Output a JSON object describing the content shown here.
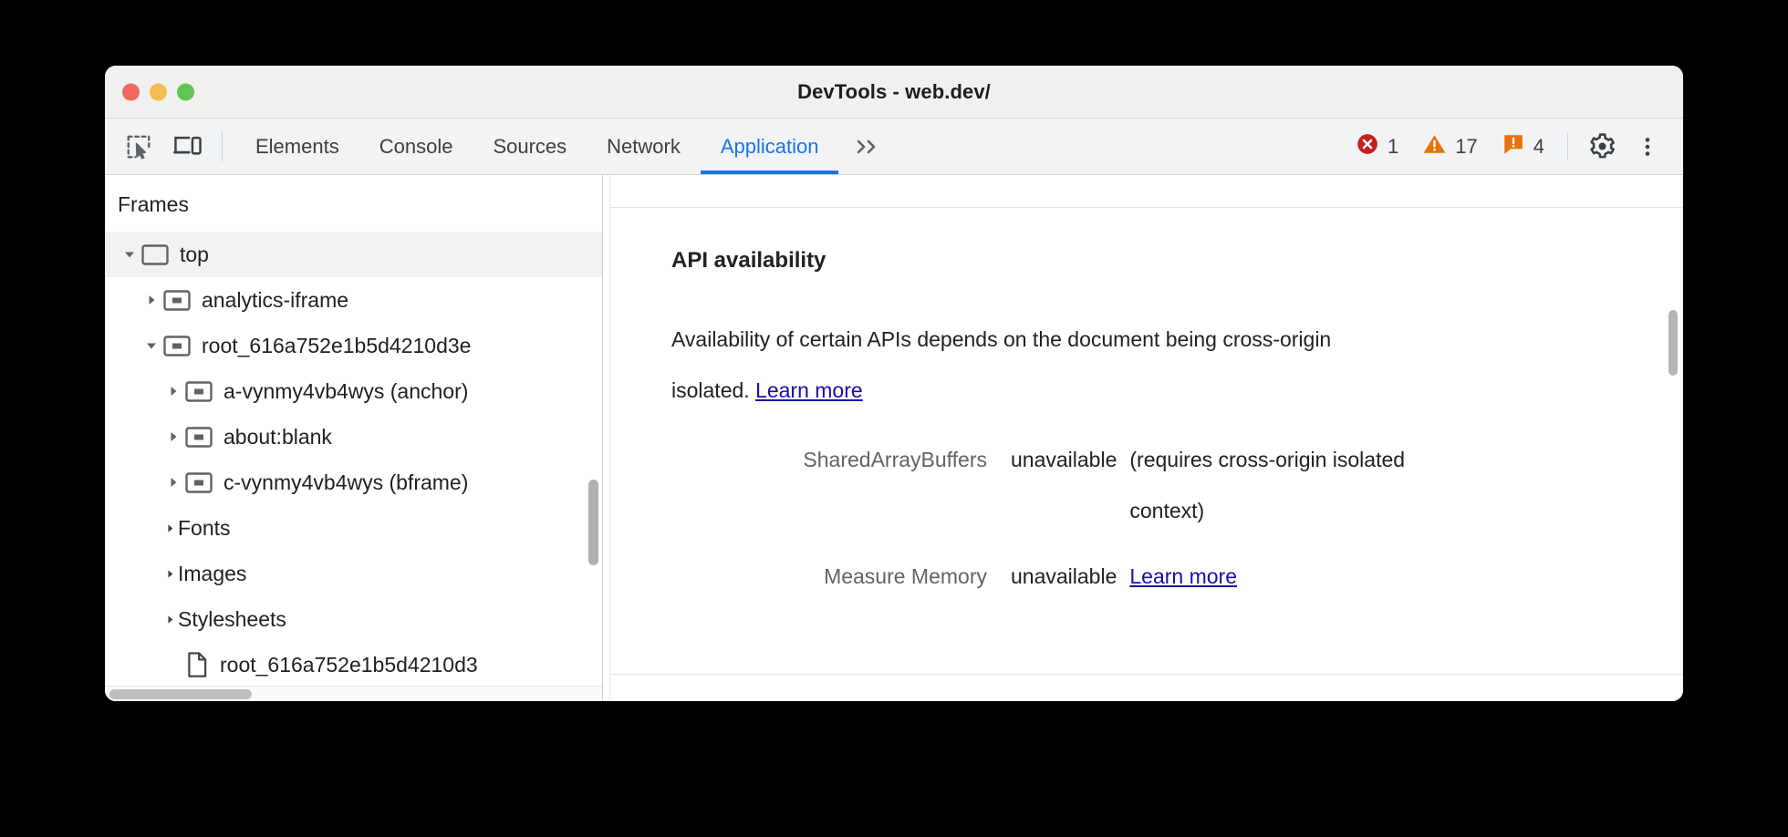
{
  "window": {
    "title": "DevTools - web.dev/",
    "controls": [
      "close",
      "minimize",
      "maximize"
    ]
  },
  "toolbar": {
    "inspect_icon": "inspect-element-icon",
    "device_icon": "device-toolbar-icon",
    "tabs": [
      {
        "label": "Elements",
        "active": false
      },
      {
        "label": "Console",
        "active": false
      },
      {
        "label": "Sources",
        "active": false
      },
      {
        "label": "Network",
        "active": false
      },
      {
        "label": "Application",
        "active": true
      }
    ],
    "more_tabs_label": "»",
    "counters": [
      {
        "kind": "error",
        "icon": "error-icon",
        "count": "1",
        "color": "#c5221f"
      },
      {
        "kind": "warning",
        "icon": "warning-icon",
        "count": "17",
        "color": "#e8710a"
      },
      {
        "kind": "issue",
        "icon": "issue-icon",
        "count": "4",
        "color": "#e8710a"
      }
    ],
    "settings_icon": "gear-icon",
    "menu_icon": "kebab-menu-icon"
  },
  "sidebar": {
    "header": "Frames",
    "tree": [
      {
        "label": "top",
        "depth": 0,
        "twisty": "down",
        "icon": "frame-icon",
        "selected": true
      },
      {
        "label": "analytics-iframe",
        "depth": 1,
        "twisty": "right",
        "icon": "iframe-icon",
        "selected": false
      },
      {
        "label": "root_616a752e1b5d4210d3e",
        "depth": 1,
        "twisty": "down",
        "icon": "iframe-icon",
        "selected": false
      },
      {
        "label": "a-vynmy4vb4wys (anchor)",
        "depth": 2,
        "twisty": "right",
        "icon": "iframe-icon",
        "selected": false
      },
      {
        "label": "about:blank",
        "depth": 2,
        "twisty": "right",
        "icon": "iframe-icon",
        "selected": false
      },
      {
        "label": "c-vynmy4vb4wys (bframe)",
        "depth": 2,
        "twisty": "right",
        "icon": "iframe-icon",
        "selected": false
      },
      {
        "label": "Fonts",
        "depth": 1,
        "twisty": "right-small",
        "icon": "none",
        "selected": false
      },
      {
        "label": "Images",
        "depth": 1,
        "twisty": "right-small",
        "icon": "none",
        "selected": false
      },
      {
        "label": "Stylesheets",
        "depth": 1,
        "twisty": "right-small",
        "icon": "none",
        "selected": false
      },
      {
        "label": "root_616a752e1b5d4210d3",
        "depth": 2,
        "twisty": "none",
        "icon": "document-icon",
        "selected": false
      }
    ]
  },
  "main": {
    "section_title": "API availability",
    "description_before_link": "Availability of certain APIs depends on the document being cross-origin isolated. ",
    "description_link": "Learn more",
    "api_rows": [
      {
        "label": "SharedArrayBuffers",
        "value": "unavailable",
        "note": "(requires cross-origin isolated context)",
        "link": ""
      },
      {
        "label": "Measure Memory",
        "value": "unavailable",
        "note": "",
        "link": "Learn more"
      }
    ]
  }
}
